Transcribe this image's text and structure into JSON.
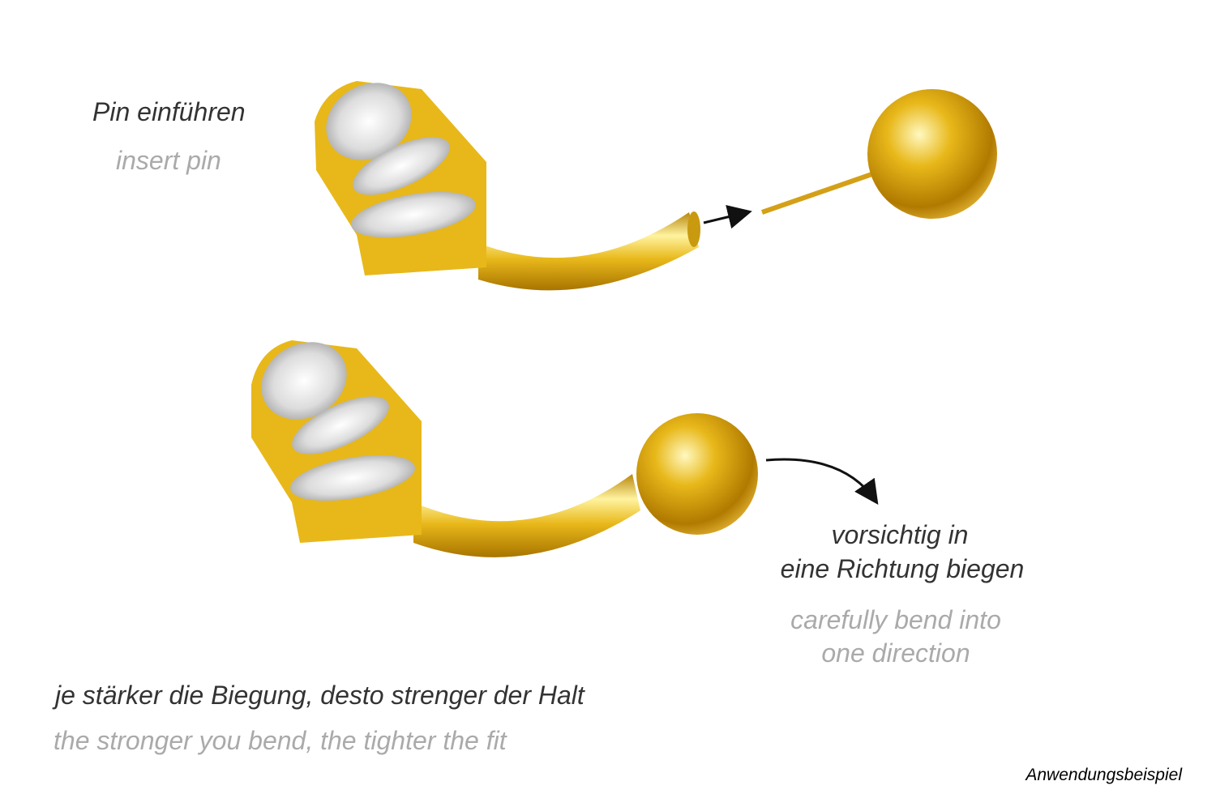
{
  "step1": {
    "title_de": "Pin einführen",
    "title_en": "insert pin"
  },
  "step2": {
    "title_de_line1": "vorsichtig in",
    "title_de_line2": "eine Richtung biegen",
    "title_en_line1": "carefully bend into",
    "title_en_line2": "one direction"
  },
  "note": {
    "de": "je stärker die Biegung, desto strenger der Halt",
    "en": "the stronger you bend, the tighter the fit"
  },
  "caption": "Anwendungsbeispiel",
  "colors": {
    "gold": "#e8b81a",
    "text_dark": "#333333",
    "text_light": "#aaaaaa"
  }
}
